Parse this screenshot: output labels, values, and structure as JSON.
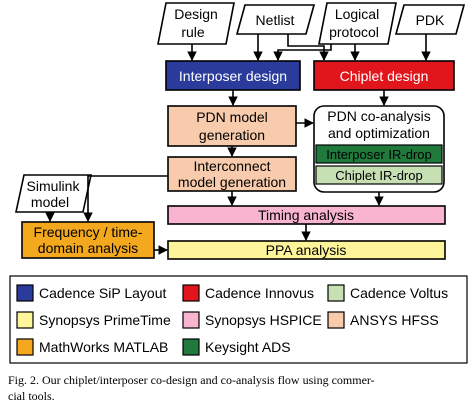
{
  "inputs": {
    "design_rule": [
      "Design",
      "rule"
    ],
    "netlist": "Netlist",
    "logical_protocol": [
      "Logical",
      "protocol"
    ],
    "pdk": "PDK",
    "simulink_model": [
      "Simulink",
      "model"
    ]
  },
  "process": {
    "interposer_design": "Interposer design",
    "chiplet_design": "Chiplet design",
    "pdn_model_generation": [
      "PDN model",
      "generation"
    ],
    "pdn_coanalysis": [
      "PDN co-analysis",
      "and optimization"
    ],
    "interposer_ir_drop": "Interposer IR-drop",
    "chiplet_ir_drop": "Chiplet IR-drop",
    "interconnect_model_generation": [
      "Interconnect",
      "model generation"
    ],
    "timing_analysis": "Timing analysis",
    "freq_time_domain_analysis": [
      "Frequency / time-",
      "domain analysis"
    ],
    "ppa_analysis": "PPA analysis"
  },
  "legend": [
    {
      "label": "Cadence SiP Layout",
      "color": "#2b3b9c"
    },
    {
      "label": "Cadence Innovus",
      "color": "#e0161c"
    },
    {
      "label": "Cadence Voltus",
      "color": "#c6e0b4"
    },
    {
      "label": "Synopsys PrimeTime",
      "color": "#fef59a"
    },
    {
      "label": "Synopsys HSPICE",
      "color": "#f9b4cf"
    },
    {
      "label": "ANSYS HFSS",
      "color": "#f7cbac"
    },
    {
      "label": "MathWorks MATLAB",
      "color": "#f4a81e"
    },
    {
      "label": "Keysight ADS",
      "color": "#1f7a3c"
    }
  ],
  "caption": {
    "line1": "Fig. 2.   Our chiplet/interposer co-design and co-analysis flow using commer-",
    "line2": "cial tools."
  }
}
